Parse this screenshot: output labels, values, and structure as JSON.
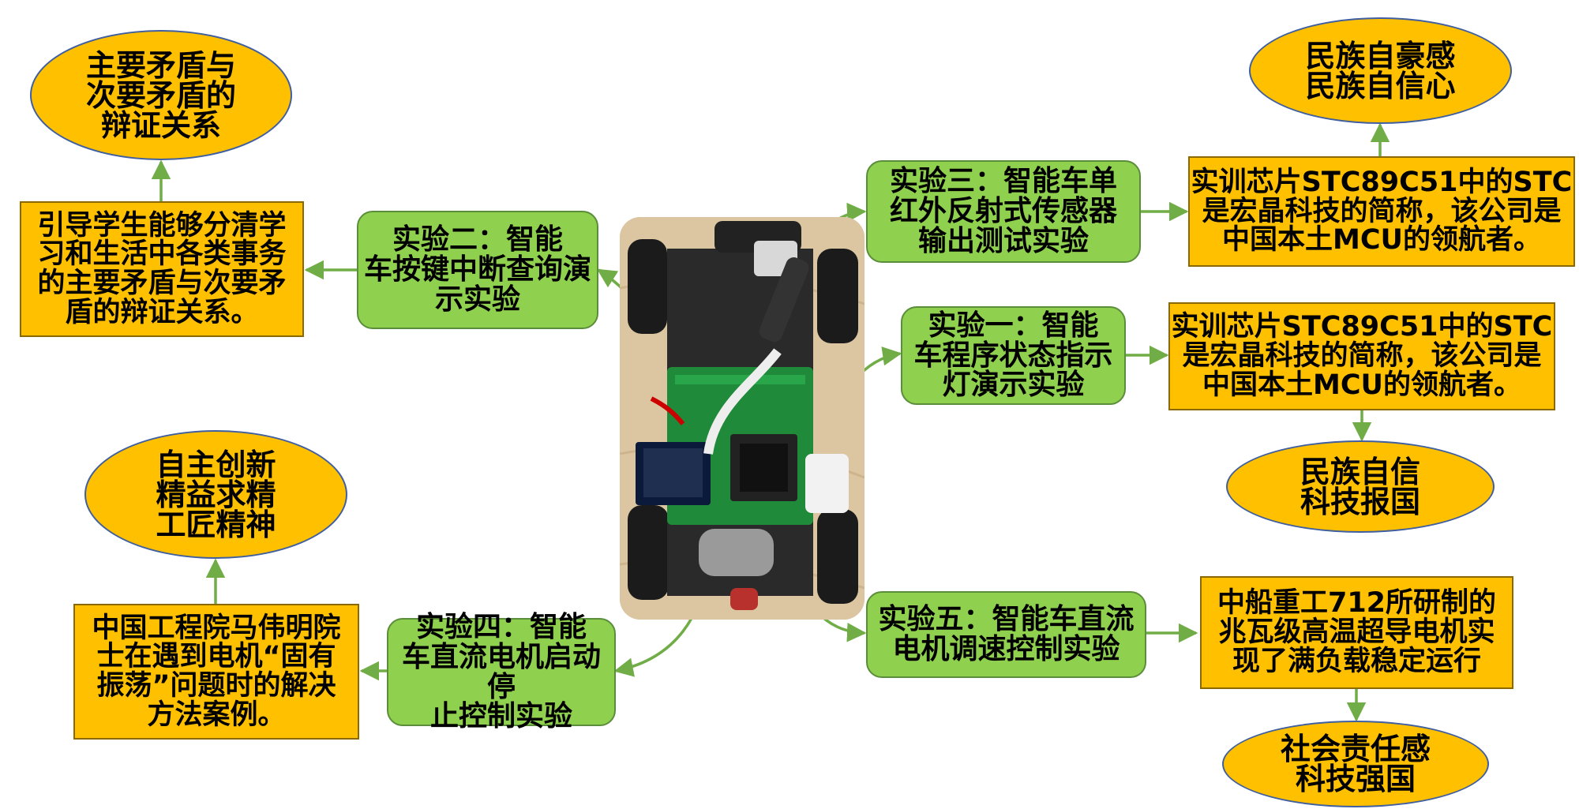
{
  "experiments": {
    "exp1": "实验一：智能\n车程序状态指示\n灯演示实验",
    "exp2": "实验二：智能\n车按键中断查询演\n示实验",
    "exp3": "实验三：智能车单\n红外反射式传感器\n输出测试实验",
    "exp4": "实验四：智能\n车直流电机启动停\n止控制实验",
    "exp5": "实验五：智能车直流\n电机调速控制实验"
  },
  "cases": {
    "case_top_left": "引导学生能够分清学\n习和生活中各类事务\n的主要矛盾与次要矛\n盾的辩证关系。",
    "case_top_right": "实训芯片STC89C51中的STC\n是宏晶科技的简称，该公司是\n中国本土MCU的领航者。",
    "case_mid_right": "实训芯片STC89C51中的STC\n是宏晶科技的简称，该公司是\n中国本土MCU的领航者。",
    "case_bottom_left": "中国工程院马伟明院\n士在遇到电机“固有\n振荡”问题时的解决\n方法案例。",
    "case_bottom_right": "中船重工712所研制的\n兆瓦级高温超导电机实\n现了满负载稳定运行"
  },
  "values": {
    "val_top_left": "主要矛盾与\n次要矛盾的\n辩证关系",
    "val_top_right": "民族自豪感\n民族自信心",
    "val_mid_right": "民族自信\n科技报国",
    "val_bottom_left": "自主创新\n精益求精\n工匠精神",
    "val_bottom_right": "社会责任感\n科技强国"
  },
  "colors": {
    "experiment_fill": "#8fd14f",
    "case_fill": "#ffc000",
    "value_fill": "#ffc000",
    "arrow": "#70ad47"
  },
  "photo": {
    "subject": "smart-car-photo"
  }
}
